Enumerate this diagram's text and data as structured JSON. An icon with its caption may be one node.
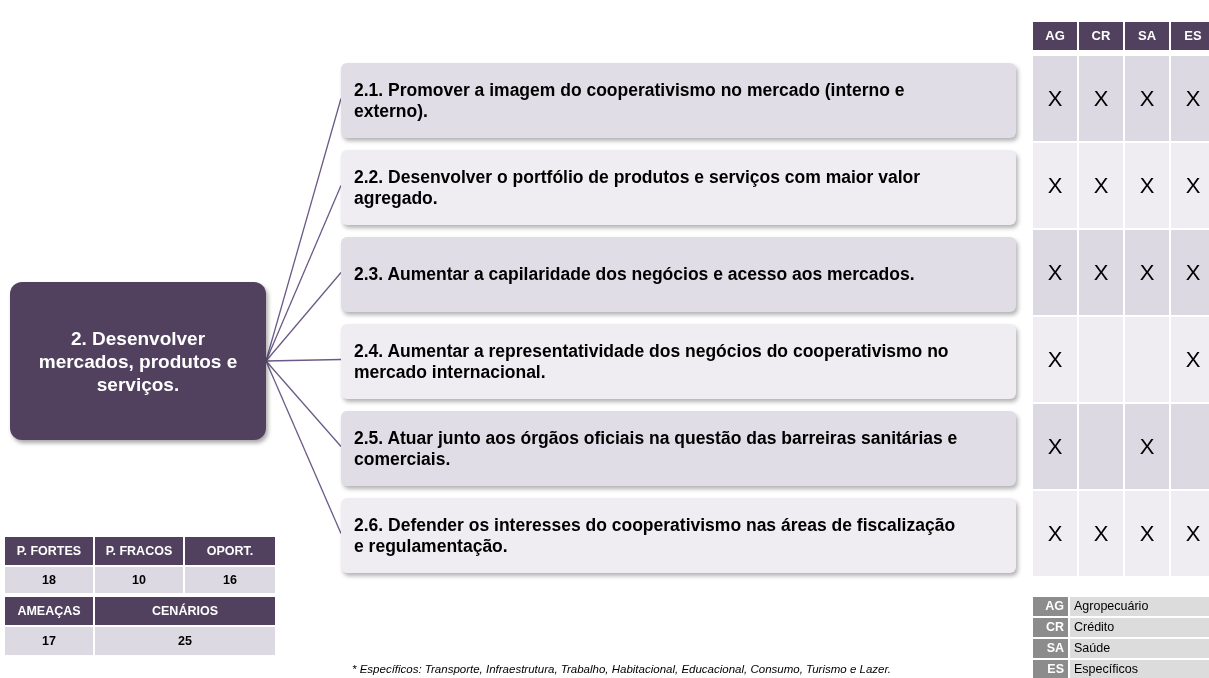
{
  "diagram": {
    "nodes": [
      {
        "text": [
          "2. Desenvolver mercados, produtos e serviços."
        ]
      },
      {
        "text": [
          "2.1. Promover a imagem do cooperativismo no mercado (interno e externo)."
        ]
      },
      {
        "text": [
          "2.2. Desenvolver o portfólio de produtos e serviços com maior valor agregado."
        ]
      },
      {
        "text": [
          "2.3. Aumentar a capilaridade dos negócios e acesso aos mercados."
        ]
      },
      {
        "text": [
          "2.4. Aumentar a representatividade dos negócios do cooperativismo no mercado internacional."
        ]
      },
      {
        "text": [
          "2.5. Atuar junto aos órgãos oficiais na questão das barreiras sanitárias e comerciais."
        ]
      },
      {
        "text": [
          "2.6. Defender os interesses do cooperativismo nas áreas de fiscalização e regulamentação."
        ]
      }
    ],
    "edges": [
      {
        "from": 0,
        "to": 1,
        "arrow": "none"
      },
      {
        "from": 0,
        "to": 2,
        "arrow": "none"
      },
      {
        "from": 0,
        "to": 3,
        "arrow": "none"
      },
      {
        "from": 0,
        "to": 4,
        "arrow": "none"
      },
      {
        "from": 0,
        "to": 5,
        "arrow": "none"
      },
      {
        "from": 0,
        "to": 6,
        "arrow": "none"
      }
    ],
    "labels": [
      "AG",
      "CR",
      "SA",
      "ES",
      "X",
      "X",
      "X",
      "X",
      "X",
      "X",
      "X",
      "X",
      "X",
      "X",
      "X",
      "X",
      "X",
      "X",
      "X",
      "X",
      "X",
      "X",
      "X",
      "X",
      "P. FORTES",
      "P. FRACOS",
      "OPORT.",
      "18",
      "10",
      "16",
      "AMEAÇAS",
      "CENÁRIOS",
      "17",
      "25",
      "AG",
      "Agropecuário",
      "CR",
      "Crédito",
      "SA",
      "Saúde",
      "* Específicos: Transporte, Infraestrutura, Trabalho, Habitacional, Educacional, Consumo, Turismo e Lazer.",
      "ES",
      "Específicos"
    ]
  }
}
